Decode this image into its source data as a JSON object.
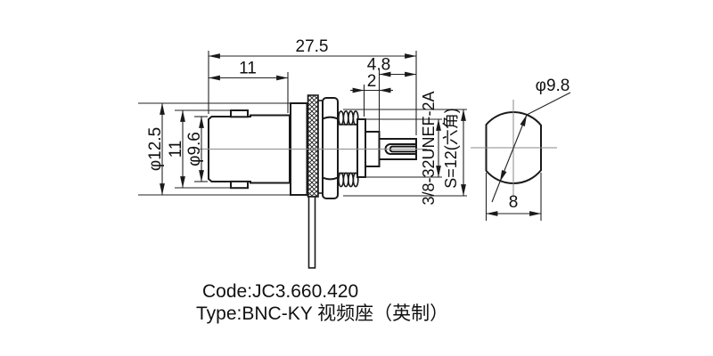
{
  "drawing": {
    "colors": {
      "ink": "#1a1a1a",
      "background": "#ffffff"
    },
    "dims": [
      {
        "id": "overall-length",
        "label": "27.5"
      },
      {
        "id": "front-length",
        "label": "11"
      },
      {
        "id": "pin-length",
        "label": "4.8"
      },
      {
        "id": "insulator-step",
        "label": "2"
      },
      {
        "id": "flange-diameter",
        "label": "φ12.5"
      },
      {
        "id": "lug-span",
        "label": "11"
      },
      {
        "id": "body-diameter",
        "label": "φ9.6"
      },
      {
        "id": "thread-spec",
        "label": "3/8-32UNEF-2A"
      },
      {
        "id": "hex-size",
        "label": "S=12(六角)"
      },
      {
        "id": "bushing-diameter",
        "label": "φ9.8"
      },
      {
        "id": "bushing-flats",
        "label": "8"
      }
    ],
    "notes": {
      "code": "Code:JC3.660.420",
      "type": "Type:BNC-KY 视频座（英制）"
    }
  }
}
